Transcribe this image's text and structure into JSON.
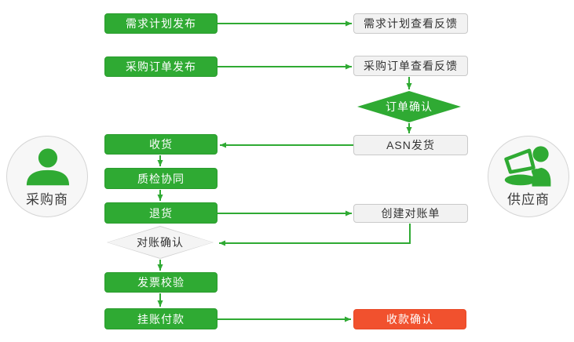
{
  "flowchart": {
    "actors": {
      "buyer": {
        "label": "采购商"
      },
      "supplier": {
        "label": "供应商"
      }
    },
    "nodes": {
      "demand_plan_publish": "需求计划发布",
      "demand_plan_feedback": "需求计划查看反馈",
      "po_publish": "采购订单发布",
      "po_feedback": "采购订单查看反馈",
      "order_confirm": "订单确认",
      "asn_ship": "ASN发货",
      "receive": "收货",
      "quality_check": "质检协同",
      "return_goods": "退货",
      "create_statement": "创建对账单",
      "reconcile_confirm": "对账确认",
      "invoice_verify": "发票校验",
      "payment_on_account": "挂账付款",
      "receipt_confirm": "收款确认"
    },
    "colors": {
      "process_green": "#2faa33",
      "endpoint_red": "#f1512e",
      "box_gray_bg": "#f2f2f2",
      "box_gray_border": "#c9c9c9",
      "text_dark": "#333333"
    }
  }
}
